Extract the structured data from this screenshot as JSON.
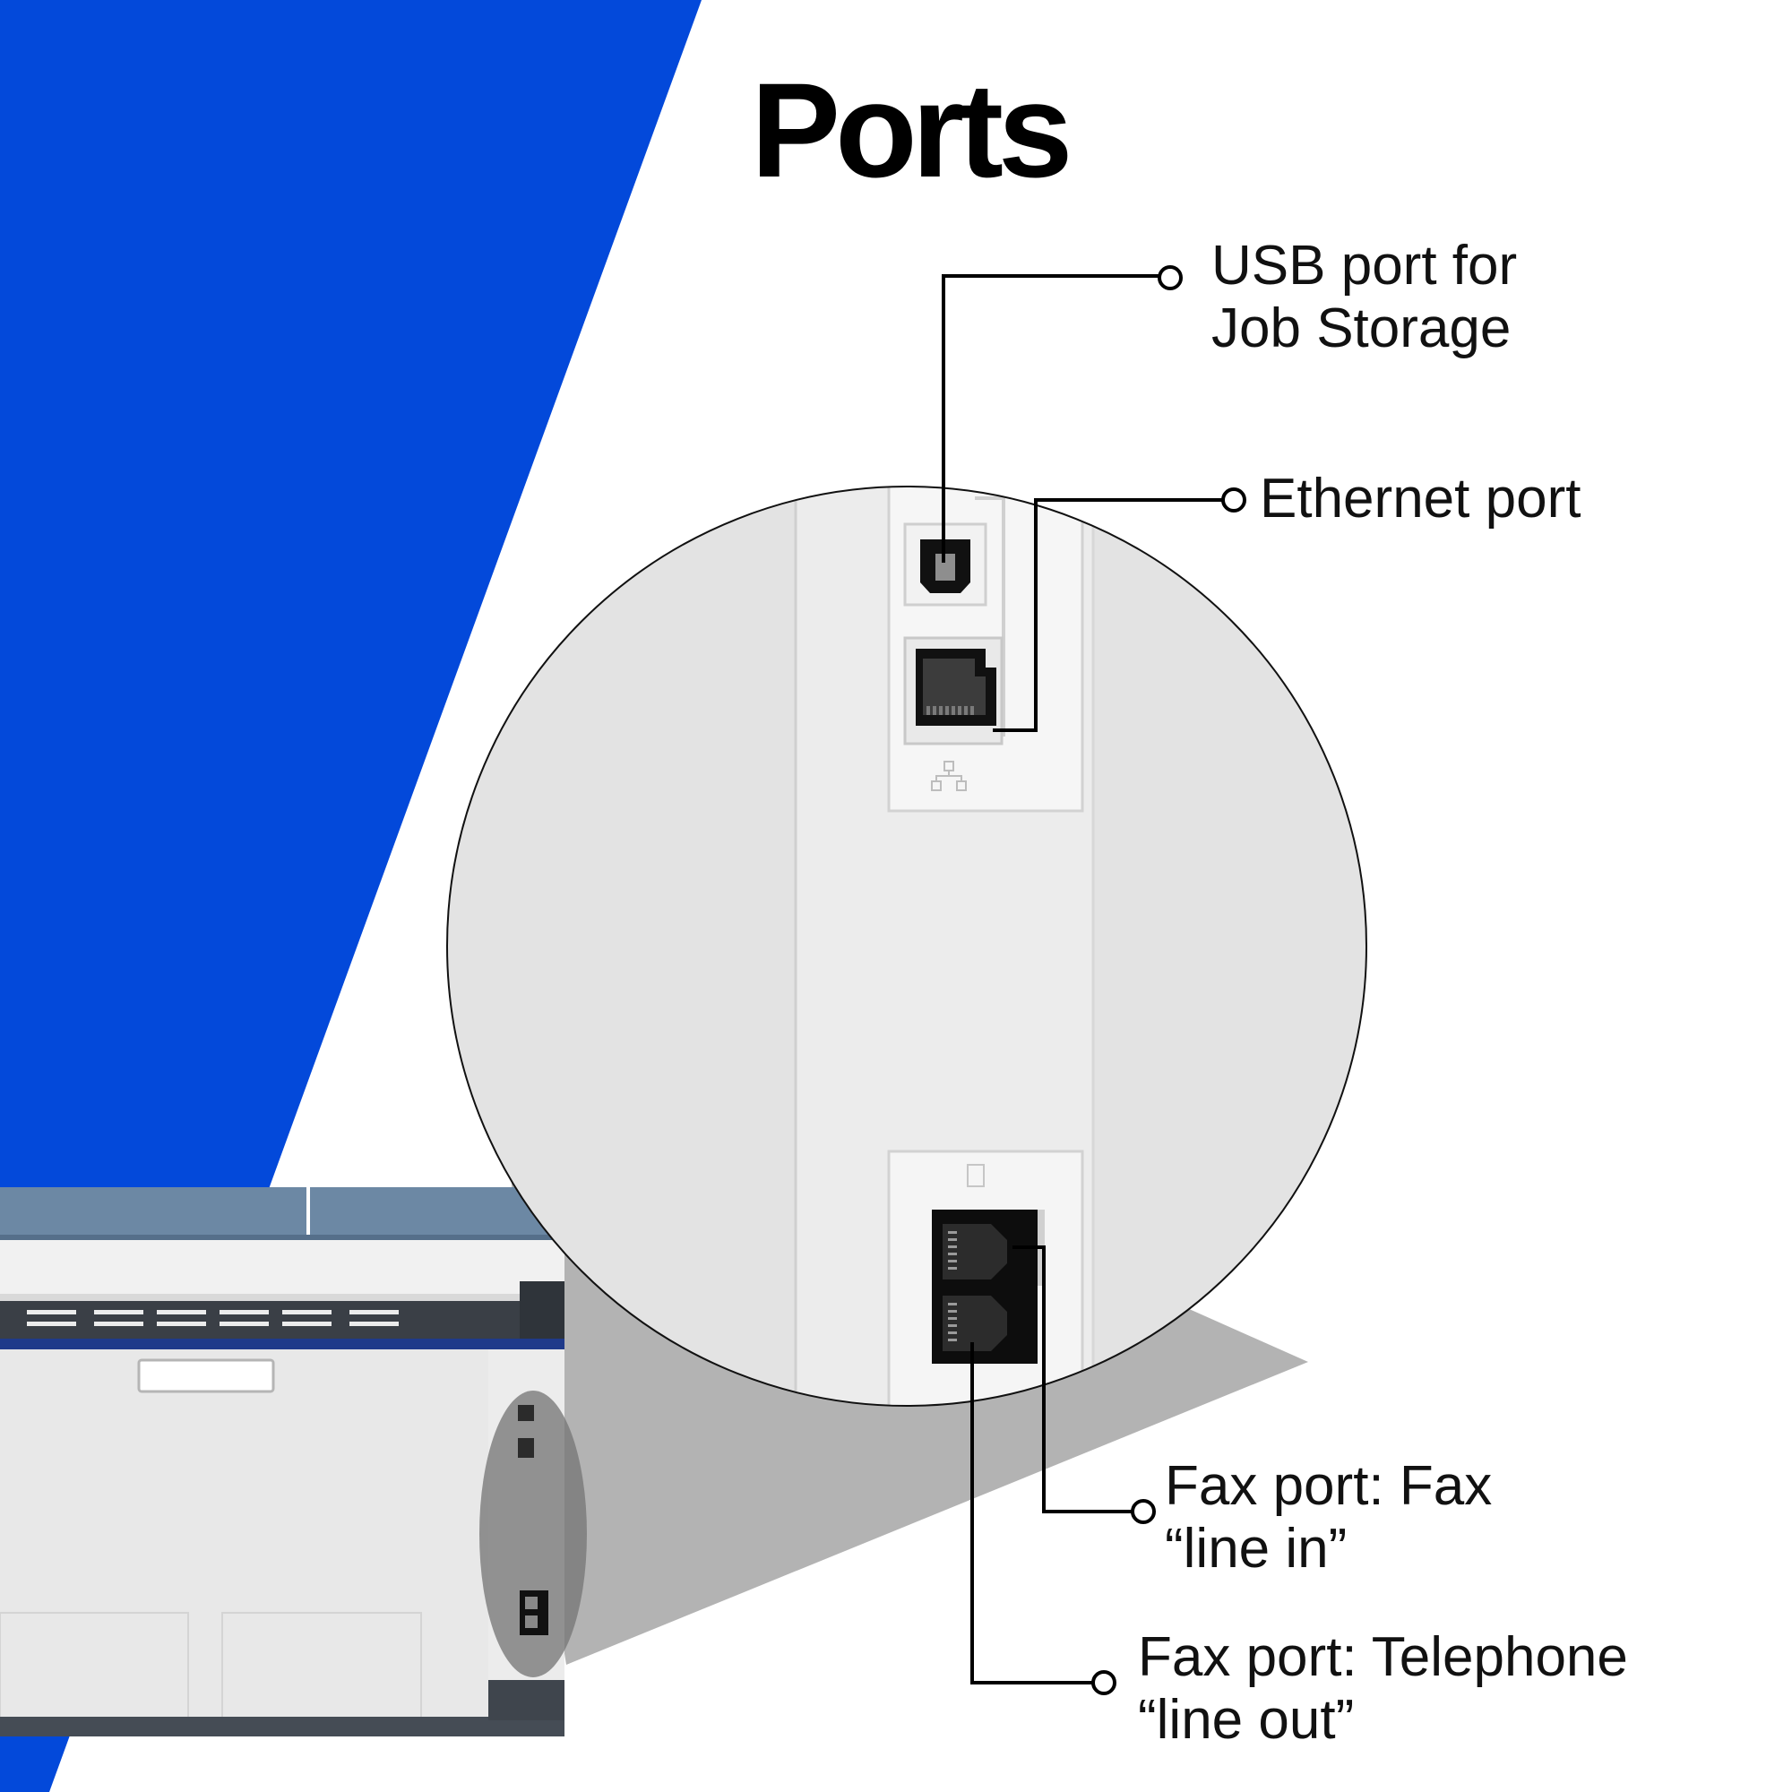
{
  "title": "Ports",
  "colors": {
    "brand_blue": "#0349da",
    "panel_grey": "#e6e6e6",
    "printer_lid": "#6c88a4",
    "callout_line": "#000000"
  },
  "callouts": {
    "usb": {
      "line1": "USB port for",
      "line2": "Job Storage",
      "icon": "usb-port-icon"
    },
    "ethernet": {
      "line1": "Ethernet port",
      "icon": "ethernet-port-icon"
    },
    "fax_in": {
      "line1": "Fax port: Fax",
      "line2": "“line in”",
      "icon": "fax-line-in-port-icon"
    },
    "fax_out": {
      "line1": "Fax port: Telephone",
      "line2": "“line out”",
      "icon": "fax-line-out-port-icon"
    }
  }
}
